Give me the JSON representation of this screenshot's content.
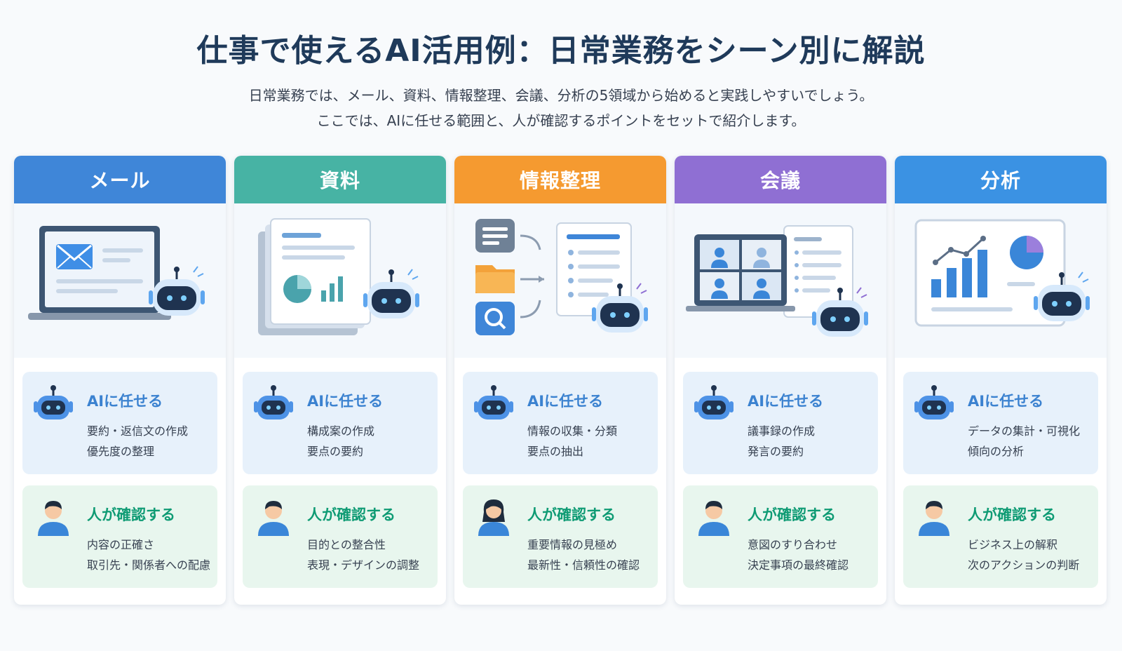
{
  "title": "仕事で使えるAI活用例：日常業務をシーン別に解説",
  "subtitle": {
    "line1": "日常業務では、メール、資料、情報整理、会議、分析の5領域から始めると実践しやすいでしょう。",
    "line2": "ここでは、AIに任せる範囲と、人が確認するポイントをセットで紹介します。"
  },
  "labels": {
    "ai_title": "AIに任せる",
    "human_title": "人が確認する"
  },
  "colors": {
    "mail": "#3f86d8",
    "docs": "#47b3a4",
    "info": "#f59a30",
    "meeting": "#8f6fd3",
    "analysis": "#3b92e3",
    "ai_text": "#3b82d0",
    "human_text": "#0f9b74",
    "robot": "#1f3350"
  },
  "cards": [
    {
      "title": "メール",
      "illustration": "laptop-email-icon",
      "ai": [
        "要約・返信文の作成",
        "優先度の整理"
      ],
      "human": [
        "内容の正確さ",
        "取引先・関係者への配慮"
      ]
    },
    {
      "title": "資料",
      "illustration": "document-chart-icon",
      "ai": [
        "構成案の作成",
        "要点の要約"
      ],
      "human": [
        "目的との整合性",
        "表現・デザインの調整"
      ]
    },
    {
      "title": "情報整理",
      "illustration": "sorting-icon",
      "ai": [
        "情報の収集・分類",
        "要点の抽出"
      ],
      "human": [
        "重要情報の見極め",
        "最新性・信頼性の確認"
      ]
    },
    {
      "title": "会議",
      "illustration": "video-meeting-icon",
      "ai": [
        "議事録の作成",
        "発言の要約"
      ],
      "human": [
        "意図のすり合わせ",
        "決定事項の最終確認"
      ]
    },
    {
      "title": "分析",
      "illustration": "analytics-dashboard-icon",
      "ai": [
        "データの集計・可視化",
        "傾向の分析"
      ],
      "human": [
        "ビジネス上の解釈",
        "次のアクションの判断"
      ]
    }
  ]
}
